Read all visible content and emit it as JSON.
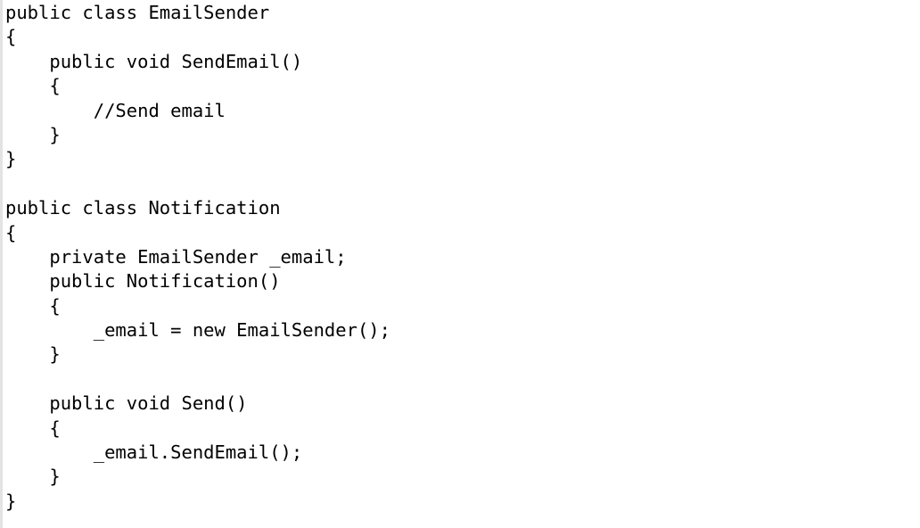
{
  "code": {
    "lines": [
      "public class EmailSender",
      "{",
      "    public void SendEmail()",
      "    {",
      "        //Send email",
      "    }",
      "}",
      "",
      "public class Notification",
      "{",
      "    private EmailSender _email;",
      "    public Notification()",
      "    {",
      "        _email = new EmailSender();",
      "    }",
      "",
      "    public void Send()",
      "    {",
      "        _email.SendEmail();",
      "    }",
      "}"
    ]
  }
}
